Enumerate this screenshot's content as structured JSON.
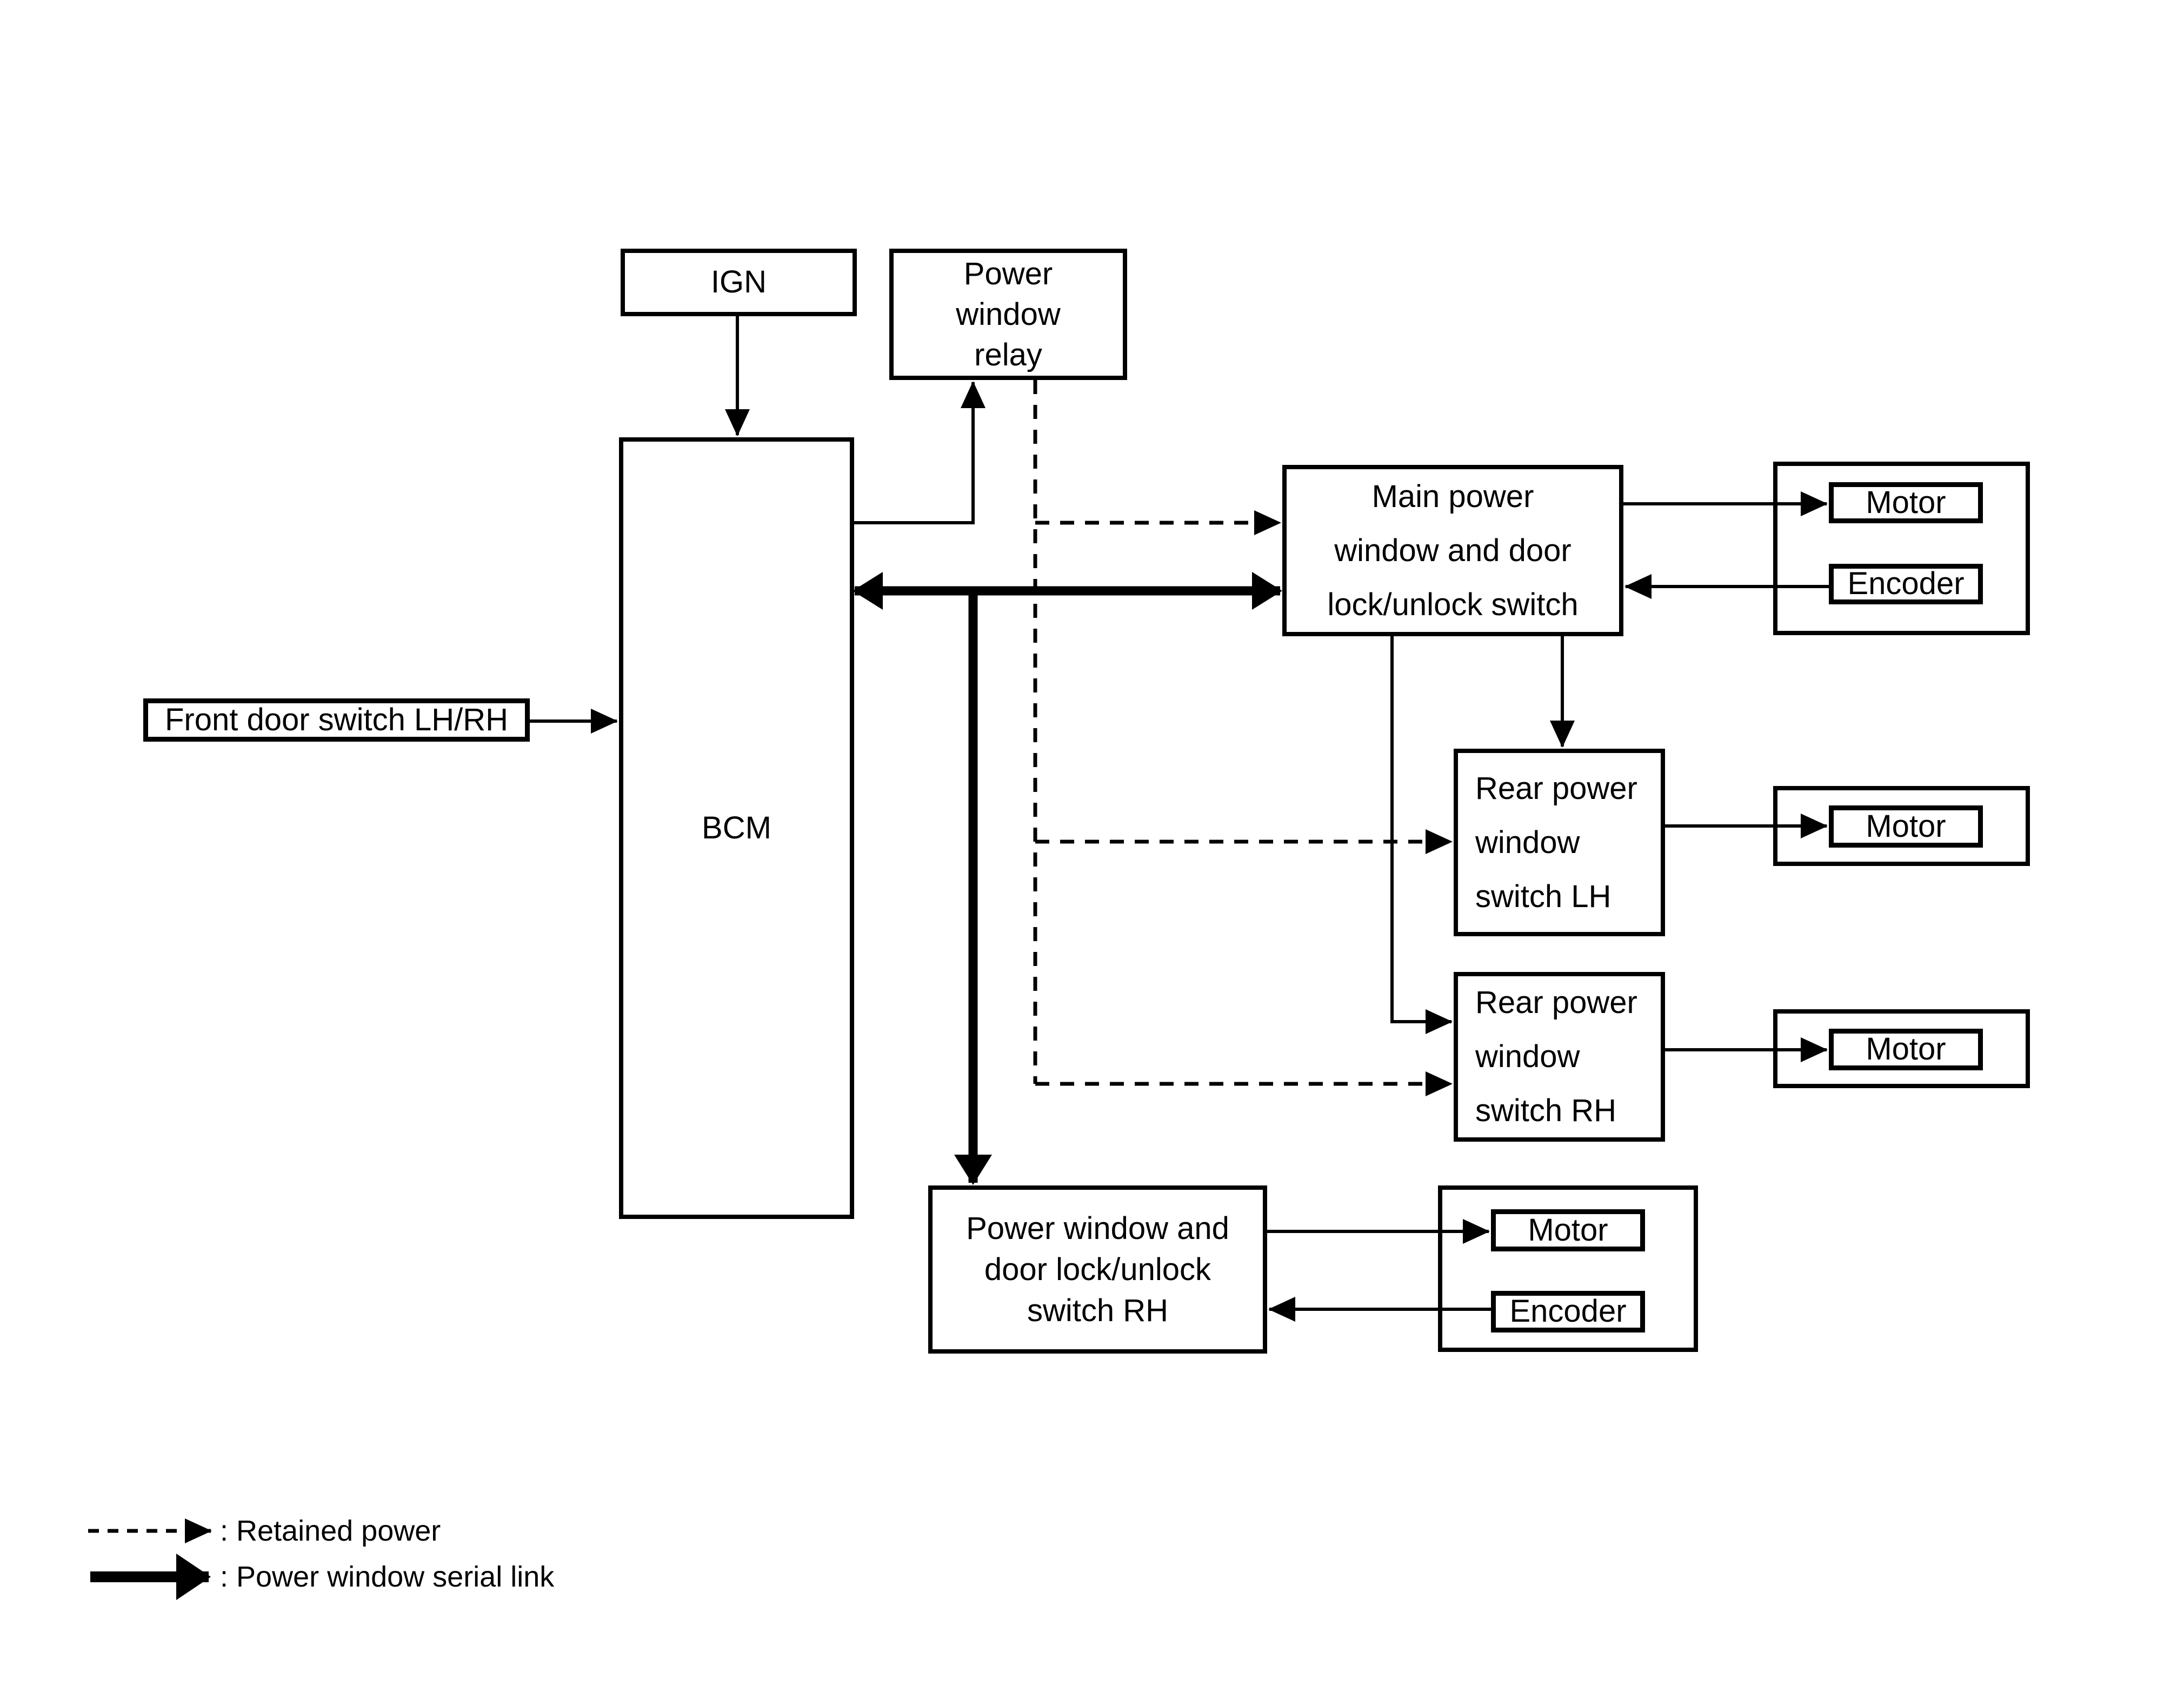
{
  "nodes": {
    "ign": "IGN",
    "relay": "Power\nwindow\nrelay",
    "bcm": "BCM",
    "front_door": "Front door switch LH/RH",
    "main_switch": "Main power\nwindow and door\nlock/unlock switch",
    "rear_lh": "Rear power\nwindow\nswitch LH",
    "rear_rh": "Rear power\nwindow\nswitch RH",
    "rh_switch": "Power window and\ndoor lock/unlock\nswitch RH",
    "motor": "Motor",
    "encoder": "Encoder"
  },
  "legend": {
    "retained": ": Retained power",
    "serial": ": Power window serial link"
  },
  "colors": {
    "ink": "#000000",
    "background": "#ffffff"
  }
}
